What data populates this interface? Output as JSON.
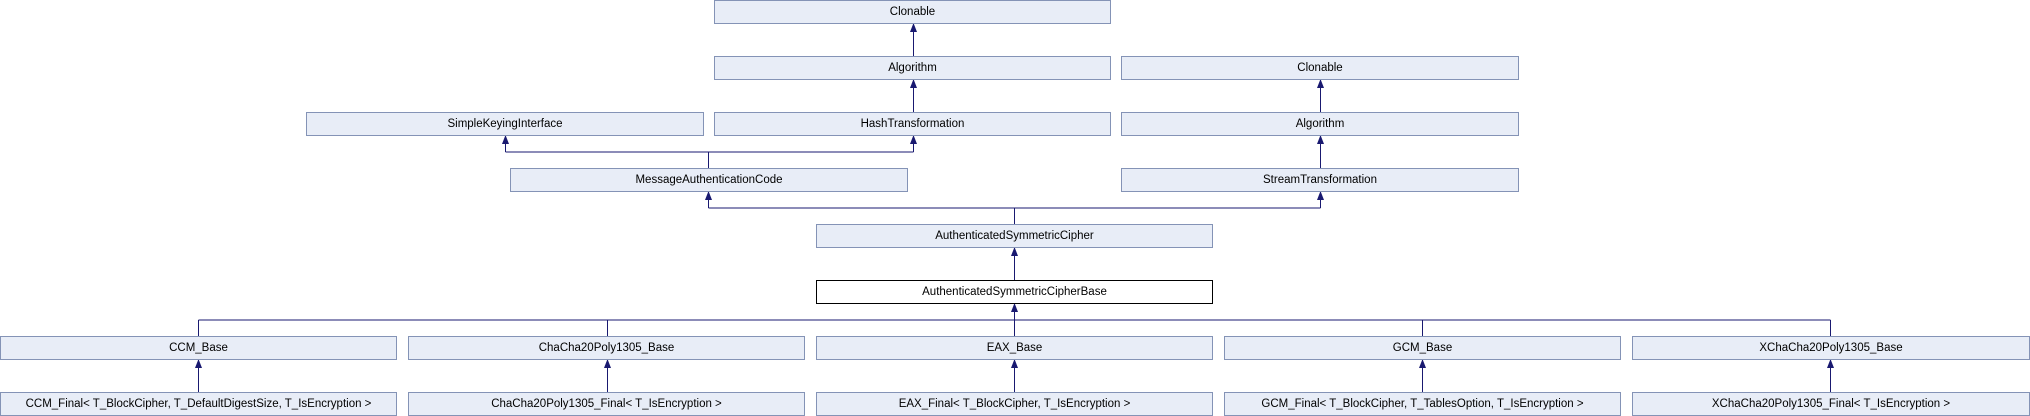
{
  "diagram": {
    "nodes": {
      "clonable1": "Clonable",
      "algorithm1": "Algorithm",
      "clonable2": "Clonable",
      "simple_keying": "SimpleKeyingInterface",
      "hash_transformation": "HashTransformation",
      "algorithm2": "Algorithm",
      "mac": "MessageAuthenticationCode",
      "stream_transformation": "StreamTransformation",
      "asc": "AuthenticatedSymmetricCipher",
      "asc_base": "AuthenticatedSymmetricCipherBase",
      "ccm_base": "CCM_Base",
      "chacha_base": "ChaCha20Poly1305_Base",
      "eax_base": "EAX_Base",
      "gcm_base": "GCM_Base",
      "xchacha_base": "XChaCha20Poly1305_Base",
      "ccm_final": "CCM_Final< T_BlockCipher, T_DefaultDigestSize, T_IsEncryption >",
      "chacha_final": "ChaCha20Poly1305_Final< T_IsEncryption >",
      "eax_final": "EAX_Final< T_BlockCipher, T_IsEncryption >",
      "gcm_final": "GCM_Final< T_BlockCipher, T_TablesOption, T_IsEncryption >",
      "xchacha_final": "XChaCha20Poly1305_Final< T_IsEncryption >"
    },
    "colors": {
      "node_fill": "#e8edf7",
      "node_border": "#8493b6",
      "current_border": "#000000",
      "edge": "#191970"
    }
  }
}
